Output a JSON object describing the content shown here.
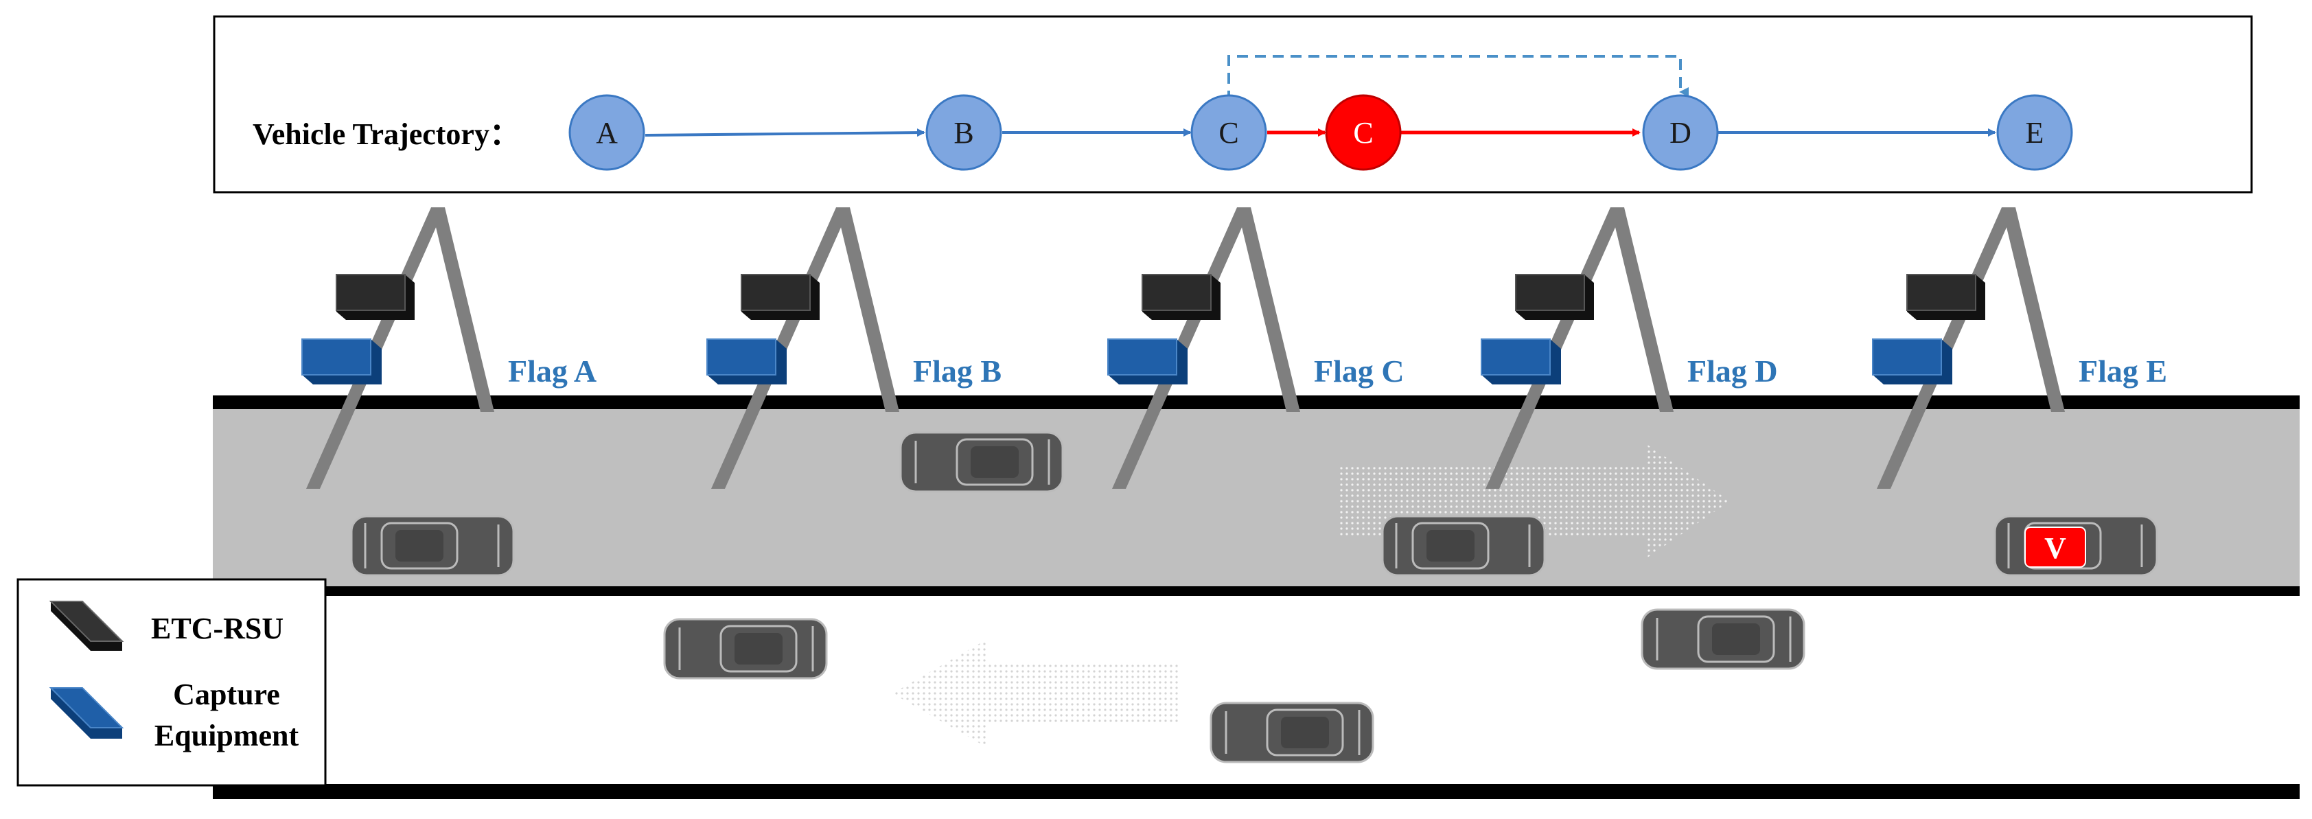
{
  "trajectory": {
    "label": "Vehicle Trajectory：",
    "nodes": [
      {
        "id": "A",
        "label": "A",
        "highlight": false
      },
      {
        "id": "B",
        "label": "B",
        "highlight": false
      },
      {
        "id": "C",
        "label": "C",
        "highlight": false
      },
      {
        "id": "C2",
        "label": "C",
        "highlight": true
      },
      {
        "id": "D",
        "label": "D",
        "highlight": false
      },
      {
        "id": "E",
        "label": "E",
        "highlight": false
      }
    ]
  },
  "gantries": [
    {
      "flag": "Flag A"
    },
    {
      "flag": "Flag B"
    },
    {
      "flag": "Flag C"
    },
    {
      "flag": "Flag D"
    },
    {
      "flag": "Flag E"
    }
  ],
  "target_vehicle": {
    "badge": "V"
  },
  "legend": {
    "etc_label": "ETC-RSU",
    "capture_label_line1": "Capture",
    "capture_label_line2": "Equipment"
  },
  "colors": {
    "node_fill": "#7ea6e0",
    "node_stroke": "#3a78c3",
    "highlight": "#ff0000",
    "arrow_blue": "#3a78c3",
    "flag_text": "#2e75b6",
    "road": "#bfbfbf",
    "car": "#555555",
    "etc_box": "#222222",
    "capture_box": "#1f5fa8"
  }
}
